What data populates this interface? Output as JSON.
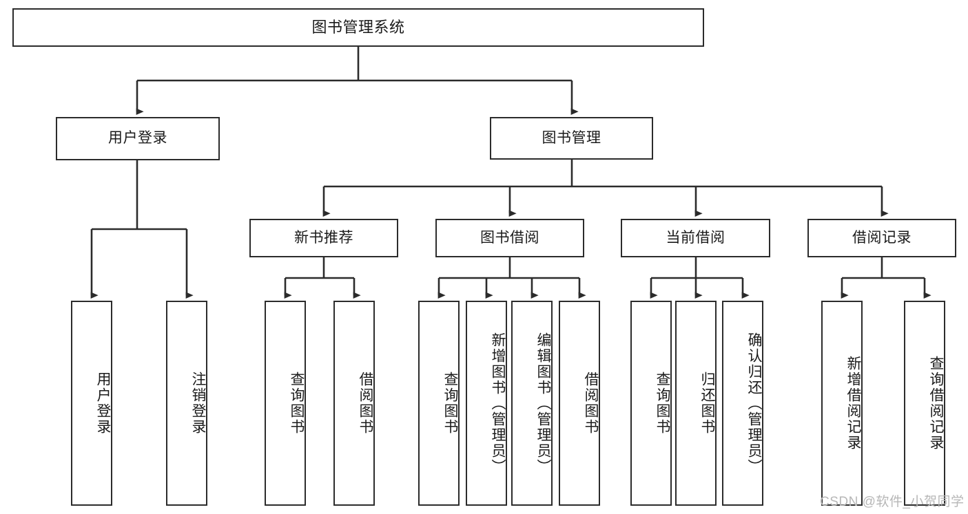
{
  "diagram": {
    "title": "图书管理系统",
    "type": "tree",
    "watermark": "CSDN @软件_小贺同学",
    "colors": {
      "stroke": "#2b2b2b",
      "fill": "#ffffff",
      "text": "#1a1a1a",
      "watermark": "#b7b7b7"
    },
    "nodes": {
      "root": {
        "label": "图书管理系统"
      },
      "level2": [
        {
          "id": "user-login",
          "label": "用户登录"
        },
        {
          "id": "book-manage",
          "label": "图书管理"
        }
      ],
      "level3": [
        {
          "id": "new-book-recommend",
          "label": "新书推荐"
        },
        {
          "id": "book-borrow",
          "label": "图书借阅"
        },
        {
          "id": "current-borrow",
          "label": "当前借阅"
        },
        {
          "id": "borrow-record",
          "label": "借阅记录"
        }
      ],
      "leaves": {
        "user-login": [
          {
            "id": "leaf-user-login",
            "label": "用户登录"
          },
          {
            "id": "leaf-user-logout",
            "label": "注销登录"
          }
        ],
        "new-book-recommend": [
          {
            "id": "leaf-query-book-1",
            "label": "查询图书"
          },
          {
            "id": "leaf-borrow-book-1",
            "label": "借阅图书"
          }
        ],
        "book-borrow": [
          {
            "id": "leaf-query-book-2",
            "label": "查询图书"
          },
          {
            "id": "leaf-add-book-admin",
            "label": "新增图书（管理员）"
          },
          {
            "id": "leaf-edit-book-admin",
            "label": "编辑图书（管理员）"
          },
          {
            "id": "leaf-borrow-book-2",
            "label": "借阅图书"
          }
        ],
        "current-borrow": [
          {
            "id": "leaf-query-book-3",
            "label": "查询图书"
          },
          {
            "id": "leaf-return-book",
            "label": "归还图书"
          },
          {
            "id": "leaf-confirm-return-admin",
            "label": "确认归还（管理员）"
          }
        ],
        "borrow-record": [
          {
            "id": "leaf-add-borrow-record",
            "label": "新增借阅记录"
          },
          {
            "id": "leaf-query-borrow-record",
            "label": "查询借阅记录"
          }
        ]
      }
    }
  }
}
